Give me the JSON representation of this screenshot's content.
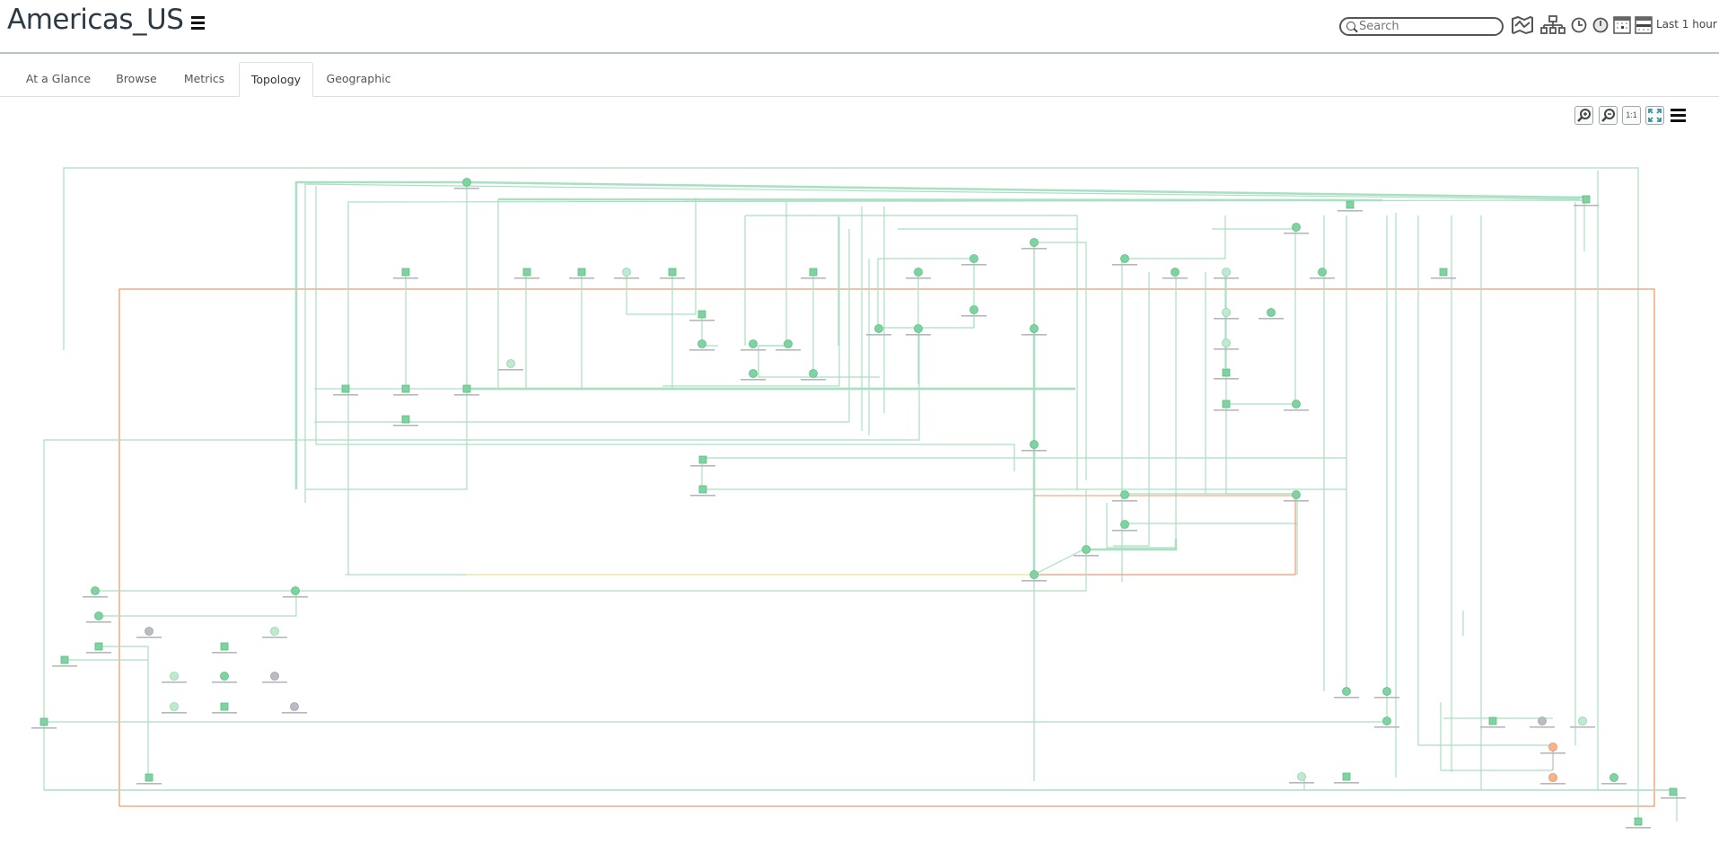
{
  "header": {
    "title": "Americas_US",
    "search_placeholder": "Search",
    "time_range": "Last 1 hour",
    "icons": [
      "map-icon",
      "topology-tree-icon",
      "clock-icon",
      "timer-icon",
      "calendar-icon",
      "timeline-icon"
    ]
  },
  "tabs": [
    {
      "label": "At a Glance",
      "active": false
    },
    {
      "label": "Browse",
      "active": false
    },
    {
      "label": "Metrics",
      "active": false
    },
    {
      "label": "Topology",
      "active": true
    },
    {
      "label": "Geographic",
      "active": false
    }
  ],
  "topology_controls": {
    "zoom_in": "zoom-in-icon",
    "zoom_out": "zoom-out-icon",
    "actual_size_label": "1:1",
    "fit": "fit-to-screen-icon",
    "menu": "menu-icon"
  },
  "colors": {
    "healthy": "#7fd3a0",
    "link": "#a9e0c2",
    "warning_link": "#ef9a6f",
    "warning_node": "#f5b48a",
    "unknown_node": "#b9bcc2",
    "yellow_link": "#f2df8a"
  },
  "topology": {
    "node_status_summary": {
      "healthy": "majority",
      "warning": 2,
      "unknown": 4
    },
    "node_types": [
      "server",
      "router",
      "host"
    ]
  }
}
